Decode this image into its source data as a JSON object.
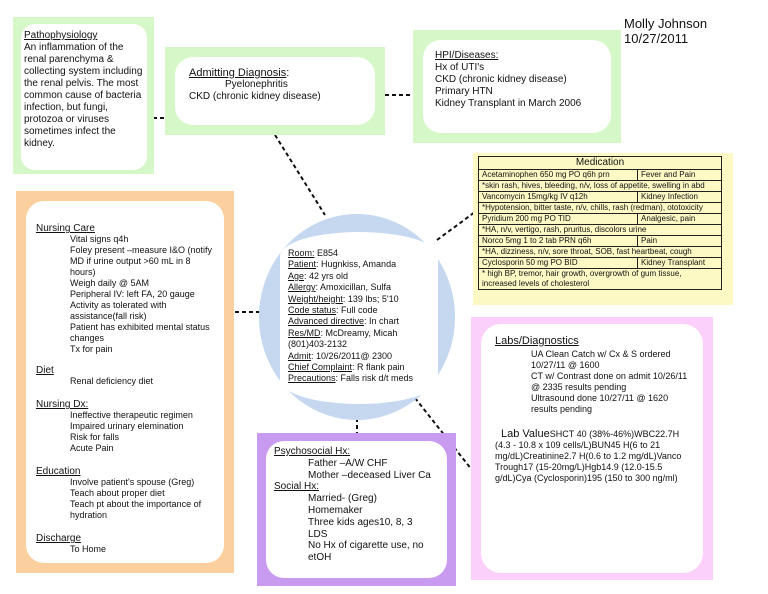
{
  "header": {
    "name": "Molly Johnson",
    "date": "10/27/2011"
  },
  "patho": {
    "title": "Pathophysiology",
    "body": "An inflammation of the renal parenchyma & collecting system including the renal pelvis. The most common cause of bacteria infection, but fungi, protozoa or viruses sometimes infect the kidney."
  },
  "admitting": {
    "title": "Admitting Diagnosis",
    "colon": ":",
    "line1": "Pyelonephritis",
    "line2": "CKD (chronic kidney disease)"
  },
  "hpi": {
    "title": "HPI/Diseases:",
    "lines": [
      "Hx of UTI's",
      "CKD (chronic kidney disease)",
      "Primary HTN",
      "Kidney Transplant in March 2006"
    ]
  },
  "medication": {
    "title": "Medication",
    "rows": [
      {
        "a": "Acetaminophen 650 mg PO q6h prn",
        "b": "Fever and Pain"
      },
      {
        "full": "*skin rash, hives, bleeding, n/v, loss of appetite, swelling in abd"
      },
      {
        "a": "Vancomycin 15mg/kg IV q12h",
        "b": "Kidney Infection"
      },
      {
        "full": "*Hypotension, bitter taste, n/v, chills, rash (redman), ototoxicity"
      },
      {
        "a": "Pyridium 200 mg PO TID",
        "b": "Analgesic, pain"
      },
      {
        "full": "*HA, n/v, vertigo, rash, pruritus, discolors urine"
      },
      {
        "a": "Norco 5mg 1 to 2 tab PRN q6h",
        "b": "Pain"
      },
      {
        "full": "*HA, dizziness, n/v, sore throat, SOB, fast heartbeat, cough"
      },
      {
        "a": "Cyclosporin 50 mg PO BID",
        "b": "Kidney Transplant"
      },
      {
        "full": "* high BP, tremor, hair growth, overgrowth of gum tissue, increased levels of cholesterol"
      }
    ]
  },
  "nursing": {
    "care_title": "Nursing Care",
    "care_items": [
      "Vital signs q4h",
      "Foley present –measure I&O (notify MD if urine output >60 mL in 8 hours)",
      "Weigh daily @ 5AM",
      "Peripheral IV:  left FA, 20 gauge",
      "Activity as tolerated with assistance(fall risk)",
      "Patient has exhibited mental status changes",
      "Tx for pain"
    ],
    "diet_title": "Diet",
    "diet_items": [
      "Renal deficiency diet"
    ],
    "dx_title": "Nursing Dx:",
    "dx_items": [
      "Ineffective therapeutic regimen",
      "Impaired urinary elemination",
      "Risk for falls",
      "Acute Pain"
    ],
    "edu_title": "Education",
    "edu_items": [
      "Involve patient's spouse (Greg)",
      "Teach about proper diet",
      "Teach pt about the importance of hydration"
    ],
    "discharge_title": "Discharge",
    "discharge_items": [
      "To Home"
    ]
  },
  "center": {
    "fields": [
      {
        "label": "Room:",
        "value": " E854"
      },
      {
        "label": "Patient",
        "value": ":  Hugnkiss, Amanda"
      },
      {
        "label": "Age",
        "value": ":  42 yrs old"
      },
      {
        "label": "Allergy",
        "value": ":  Amoxicillan, Sulfa"
      },
      {
        "label": "Weight/height",
        "value": ":  139 lbs; 5'10"
      },
      {
        "label": "Code status",
        "value": ":  Full code"
      },
      {
        "label": "Advanced directive",
        "value": ":   In chart"
      },
      {
        "label": "Res/MD",
        "value": ":  McDreamy, Micah"
      },
      {
        "label": "",
        "value": "(801)403-2132"
      },
      {
        "label": "Admit",
        "value": ": 10/26/2011@ 2300"
      },
      {
        "label": "Chief Complaint",
        "value": ":  R flank pain"
      },
      {
        "label": "Precautions",
        "value": ":  Falls risk d/t meds"
      }
    ]
  },
  "labs": {
    "title": "Labs/Diagnostics",
    "items": [
      "UA Clean Catch w/ Cx & S ordered 10/27/11 @ 1600",
      "CT w/ Contrast done on admit 10/26/11 @ 2335 results pending",
      "Ultrasound done 10/27/11 @ 1620 results pending"
    ],
    "values_title": "Lab Value",
    "values_text": "SHCT 40 (38%-46%)WBC22.7H (4.3 - 10.8 x 109 cells/L)BUN45 H(6 to 21 mg/dL)Creatinine2.7 H(0.6 to 1.2 mg/dL)Vanco Trough17 (15-20mg/L)Hgb14.9 (12.0-15.5 g/dL)Cya (Cyclosporin)195 (150 to 300 ng/ml)"
  },
  "psycho": {
    "title": "Psychosocial Hx:",
    "items": [
      "Father –A/W CHF",
      "Mother –deceased Liver Ca"
    ],
    "social_title": "Social Hx:",
    "social_items": [
      "Married- (Greg)",
      "Homemaker",
      "Three kids ages10, 8, 3",
      "LDS",
      "No Hx of cigarette use, no etOH"
    ]
  },
  "colors": {
    "green": "#d6f7c7",
    "orange": "#fccf9f",
    "yellow": "#fdf9c4",
    "pink": "#fbd0fb",
    "purple": "#c89af0",
    "blue": "#c5d8f0"
  }
}
